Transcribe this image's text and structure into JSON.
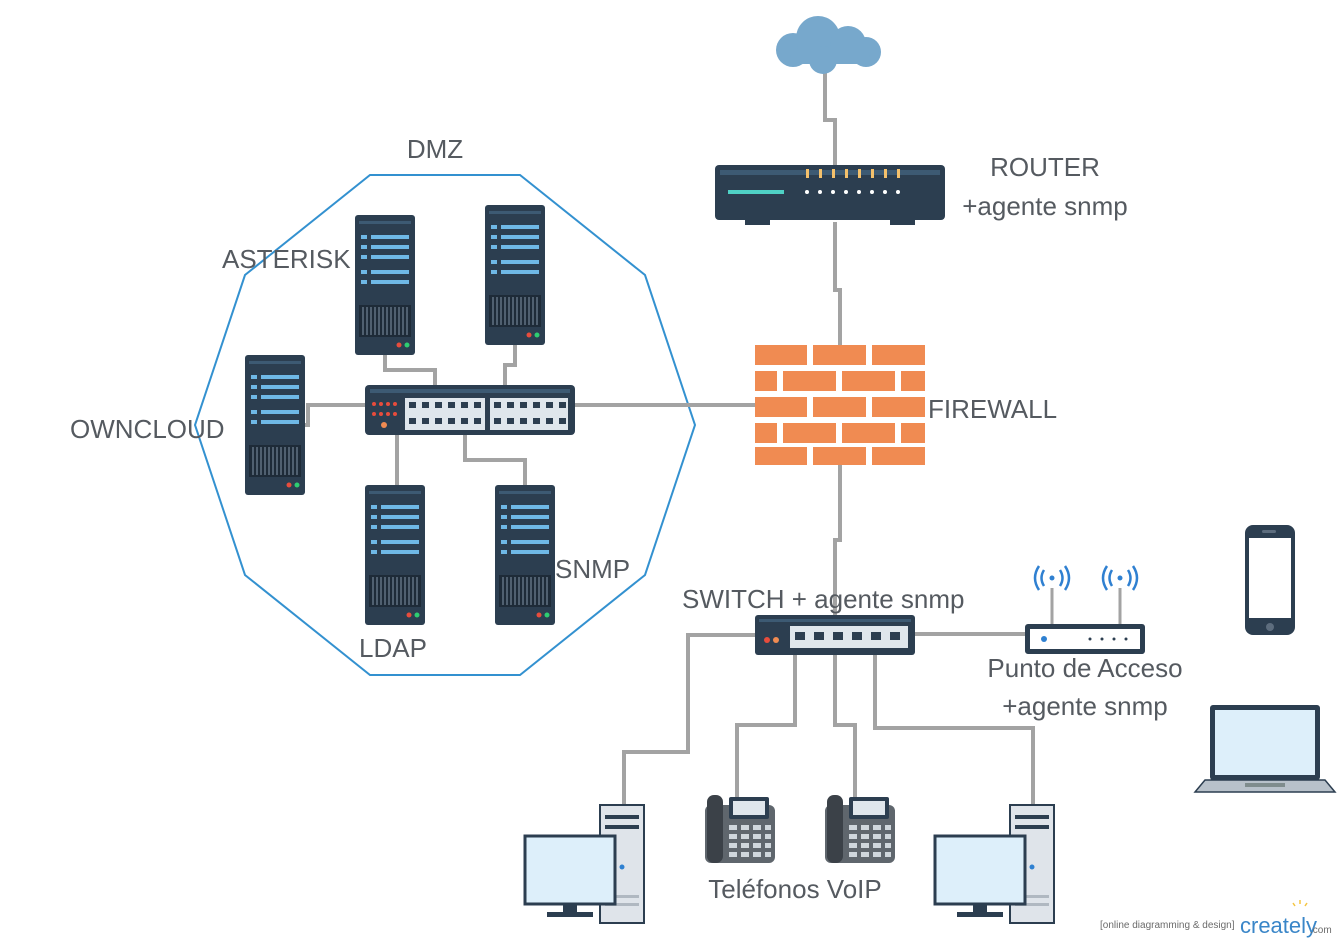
{
  "labels": {
    "dmz": "DMZ",
    "asterisk": "ASTERISK",
    "owncloud": "OWNCLOUD",
    "ldap": "LDAP",
    "snmp": "SNMP",
    "router_line1": "ROUTER",
    "router_line2": "+agente snmp",
    "firewall": "FIREWALL",
    "switch": "SWITCH + agente snmp",
    "ap_line1": "Punto de Acceso",
    "ap_line2": "+agente snmp",
    "phones": "Teléfonos VoIP"
  },
  "watermark": {
    "tagline": "[online diagramming & design]",
    "brand": "creately",
    "brand_suffix": ".com"
  },
  "colors": {
    "cloud": "#77a8cc",
    "dmz_border": "#3391d0",
    "wire": "#a3a3a3",
    "device_dark": "#2c3e50",
    "firewall_brick": "#f08b52",
    "screen": "#ddeffa"
  },
  "icons": [
    "cloud-icon",
    "router-icon",
    "firewall-icon",
    "server-icon",
    "dmz-switch-icon",
    "switch-icon",
    "access-point-icon",
    "smartphone-icon",
    "laptop-icon",
    "desktop-computer-icon",
    "voip-phone-icon"
  ]
}
